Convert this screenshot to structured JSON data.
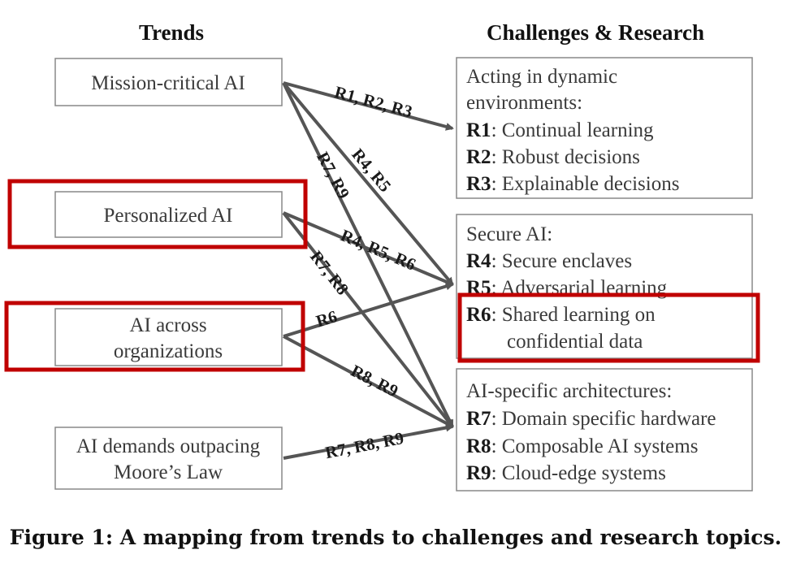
{
  "headings": {
    "trends": "Trends",
    "challenges": "Challenges & Research"
  },
  "trends": [
    {
      "lines": [
        "Mission-critical AI"
      ]
    },
    {
      "lines": [
        "Personalized AI"
      ]
    },
    {
      "lines": [
        "AI across",
        "organizations"
      ]
    },
    {
      "lines": [
        "AI demands outpacing",
        "Moore’s Law"
      ]
    }
  ],
  "challenges": [
    {
      "title": [
        "Acting in dynamic",
        "environments:"
      ],
      "items": [
        {
          "code": "R1",
          "text": ": Continual learning"
        },
        {
          "code": "R2",
          "text": ": Robust decisions"
        },
        {
          "code": "R3",
          "text": ": Explainable decisions"
        }
      ]
    },
    {
      "title": [
        "Secure AI:"
      ],
      "items": [
        {
          "code": "R4",
          "text": ": Secure enclaves"
        },
        {
          "code": "R5",
          "text": ": Adversarial learning"
        },
        {
          "code": "R6",
          "text": ": Shared learning on",
          "cont": "confidential data"
        }
      ]
    },
    {
      "title": [
        "AI-specific architectures:"
      ],
      "items": [
        {
          "code": "R7",
          "text": ": Domain specific hardware"
        },
        {
          "code": "R8",
          "text": ": Composable AI systems"
        },
        {
          "code": "R9",
          "text": ": Cloud-edge systems"
        }
      ]
    }
  ],
  "arrow_labels": {
    "mc_dyn": "R1, R2, R3",
    "mc_sec": "R4, R5",
    "mc_arch": "R7, R9",
    "pers_sec": "R4, R5, R6",
    "pers_arch": "R7, R8",
    "org_sec": "R6",
    "org_arch": "R8, R9",
    "moore_arch": "R7, R8, R9"
  },
  "caption": "Figure 1: A mapping from trends to challenges and research topics.",
  "colors": {
    "highlight": "#c00000",
    "arrow": "#555555",
    "box_border": "#888888"
  }
}
